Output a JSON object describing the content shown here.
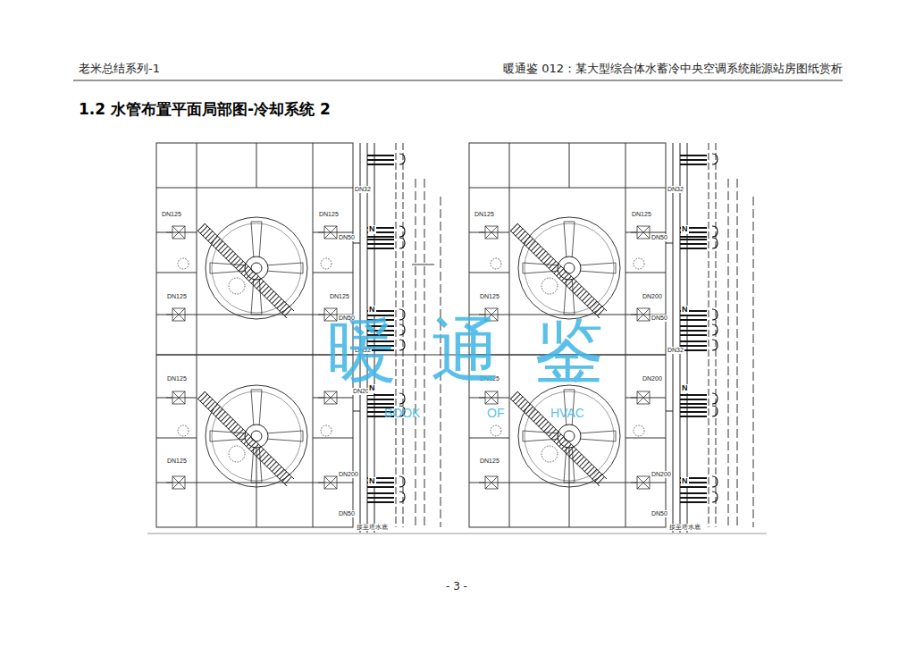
{
  "diagram": {
    "title": "1.2 水管布置平面局部图-冷却系统 2",
    "labels": [
      "老米总结系列-1",
      "暖通鉴 012：某大型综合体水蓄冷中央空调系统能源站房图纸赏析",
      "DN125",
      "DN125",
      "DN50",
      "DN32",
      "DN125",
      "DN125",
      "DN50",
      "DN32",
      "DN125",
      "DN200",
      "DN125",
      "DN200",
      "DN50",
      "DN125",
      "DN125",
      "DN50",
      "DN32",
      "DN125",
      "DN200",
      "DN50",
      "DN32",
      "DN125",
      "DN200",
      "DN125",
      "DN200",
      "DN50",
      "N",
      "N",
      "N",
      "N",
      "N",
      "N",
      "N",
      "N",
      "接至塔水底",
      "接至塔水底",
      "暖通鉴",
      "BOOK",
      "OF",
      "HVAC",
      "- 3 -"
    ]
  }
}
